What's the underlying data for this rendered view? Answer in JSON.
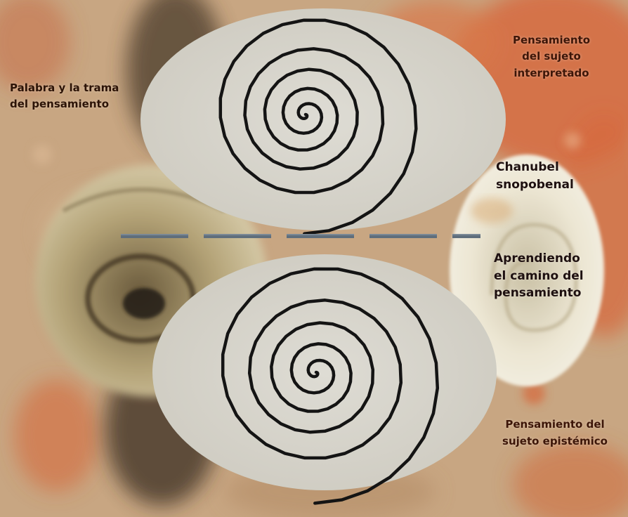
{
  "labels": {
    "top_left": [
      "Palabra y la trama",
      "del pensamiento"
    ],
    "top_right": [
      "Pensamiento",
      "del sujeto",
      "interpretado"
    ],
    "middle_right": [
      "Chanubel",
      "snopobenal"
    ],
    "lower_right": [
      "Aprendiendo",
      "el camino del",
      "pensamiento"
    ],
    "bottom_right": [
      "Pensamiento del",
      "sujeto epistémico"
    ]
  },
  "colors": {
    "wall_base": "#c8a682",
    "wall_orange": "#d66a3e",
    "disc_fill": "#d8d7cf",
    "spiral_stroke": "#141414",
    "divider_line": "#5f6e7c"
  }
}
